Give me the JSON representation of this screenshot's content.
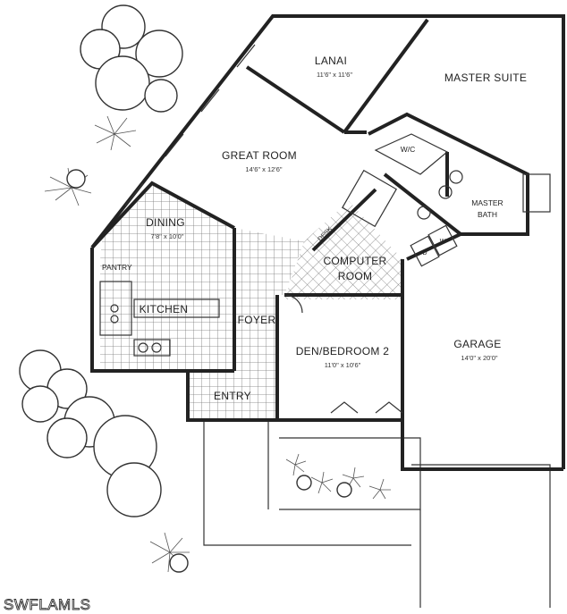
{
  "plan": {
    "rooms": {
      "lanai": {
        "name": "LANAI",
        "dims": "11'6\" x 11'6\""
      },
      "master_suite": {
        "name": "MASTER SUITE"
      },
      "great_room": {
        "name": "GREAT ROOM",
        "dims": "14'6\" x 12'6\""
      },
      "wic": {
        "name": "W/C"
      },
      "master_bath": {
        "name_line1": "MASTER",
        "name_line2": "BATH"
      },
      "dining": {
        "name": "DINING",
        "dims": "7'8\" x 10'0\""
      },
      "pantry": {
        "name": "PANTRY"
      },
      "kitchen": {
        "name": "KITCHEN"
      },
      "computer_room": {
        "name_line1": "COMPUTER",
        "name_line2": "ROOM"
      },
      "foyer": {
        "name": "FOYER"
      },
      "den": {
        "name": "DEN/BEDROOM 2",
        "dims": "11'0\" x 10'6\""
      },
      "garage": {
        "name": "GARAGE",
        "dims": "14'0\" x 20'0\""
      },
      "entry": {
        "name": "ENTRY"
      }
    },
    "appliances": {
      "dryer": "D",
      "washer": "W",
      "desk": "DESK"
    },
    "watermark": "SWFLAMLS"
  }
}
